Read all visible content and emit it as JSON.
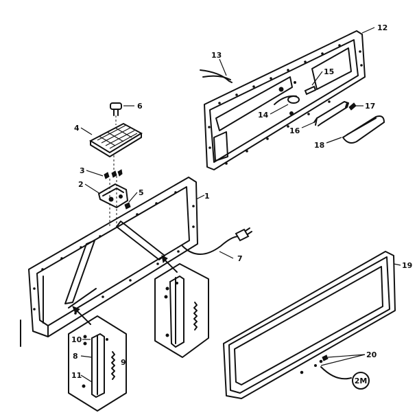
{
  "callouts": [
    {
      "id": "c1",
      "text": "1"
    },
    {
      "id": "c2",
      "text": "2"
    },
    {
      "id": "c3",
      "text": "3"
    },
    {
      "id": "c4",
      "text": "4"
    },
    {
      "id": "c5",
      "text": "5"
    },
    {
      "id": "c6",
      "text": "6"
    },
    {
      "id": "c7",
      "text": "7"
    },
    {
      "id": "c8",
      "text": "8"
    },
    {
      "id": "c9",
      "text": "9"
    },
    {
      "id": "c10",
      "text": "10"
    },
    {
      "id": "c11",
      "text": "11"
    },
    {
      "id": "c12",
      "text": "12"
    },
    {
      "id": "c13",
      "text": "13"
    },
    {
      "id": "c14",
      "text": "14"
    },
    {
      "id": "c15",
      "text": "15"
    },
    {
      "id": "c16",
      "text": "16"
    },
    {
      "id": "c17",
      "text": "17"
    },
    {
      "id": "c18",
      "text": "18"
    },
    {
      "id": "c19",
      "text": "19"
    },
    {
      "id": "c20",
      "text": "20"
    }
  ],
  "badge": {
    "text": "2M"
  }
}
